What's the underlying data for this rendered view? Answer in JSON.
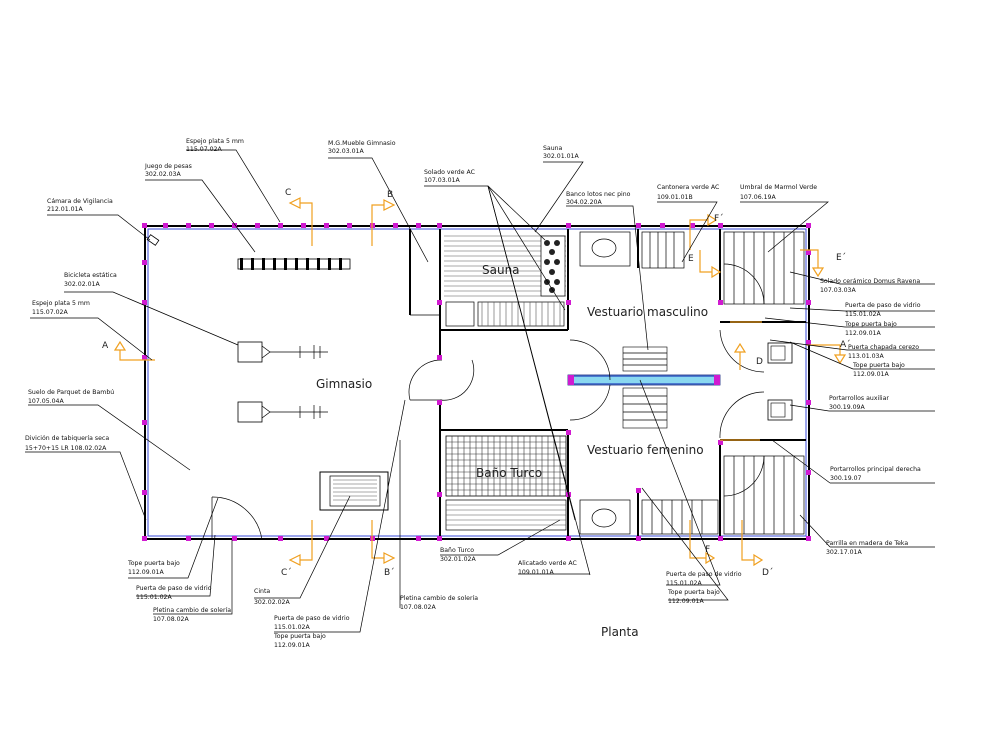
{
  "title": "Planta",
  "rooms": {
    "gym": "Gimnasio",
    "sauna": "Sauna",
    "male": "Vestuario masculino",
    "female": "Vestuario femenino",
    "turkish": "Baño Turco"
  },
  "sections": {
    "a": "A",
    "a2": "A´",
    "b": "B",
    "b2": "B´",
    "c": "C",
    "c2": "C´",
    "d": "D",
    "d2": "D´",
    "e": "E",
    "e2": "E´",
    "f": "F",
    "f2": "F´"
  },
  "labels": {
    "espejo_top": [
      "Espejo plata 5 mm",
      "115.07.02A"
    ],
    "mueble": [
      "M.G.Mueble Gimnasio",
      "302.03.01A"
    ],
    "juego_pesas": [
      "Juego de pesas",
      "302.02.03A"
    ],
    "camara": [
      "Cámara de Vigilancia",
      "212.01.01A"
    ],
    "solado_verde": [
      "Solado verde AC",
      "107.03.01A"
    ],
    "sauna_ref": [
      "Sauna",
      "302.01.01A"
    ],
    "banco": [
      "Banco lotos nec pino",
      "304.02.20A"
    ],
    "cantonera": [
      "Cantonera verde AC",
      "109.01.01B"
    ],
    "umbral": [
      "Umbral de Marmol Verde",
      "107.06.19A"
    ],
    "solado_ceramico": [
      "Solado cerámico Domus Ravena",
      "107.03.03A"
    ],
    "bicicleta": [
      "Bicicleta estática",
      "302.02.01A"
    ],
    "espejo_left": [
      "Espejo plata 5 mm",
      "115.07.02A"
    ],
    "puerta_vidrio_r1": [
      "Puerta de paso de vidrio",
      "115.01.02A"
    ],
    "tope_r1": [
      "Tope puerta bajo",
      "112.09.01A"
    ],
    "puerta_chapada": [
      "Puerta chapada cerezo",
      "113.01.03A"
    ],
    "tope_r2": [
      "Tope puerta bajo",
      "112.09.01A"
    ],
    "suelo_parquet": [
      "Suelo de Parquet de Bambú",
      "107.05.04A"
    ],
    "portarrollos_aux": [
      "Portarrollos auxiliar",
      "300.19.09A"
    ],
    "division": [
      "Divición de tabiquería seca",
      "15+70+15 LR 108.02.02A"
    ],
    "portarrollos_ppal": [
      "Portarrollos principal derecha",
      "300.19.07"
    ],
    "parrilla": [
      "Parrilla en madera de Teka",
      "302.17.01A"
    ],
    "tope_bl": [
      "Tope puerta bajo",
      "112.09.01A"
    ],
    "bano_turco_ref": [
      "Baño Turco",
      "302.01.02A"
    ],
    "alicatado": [
      "Alicatado verde AC",
      "109.01.01A"
    ],
    "puerta_vidrio_b": [
      "Puerta de paso de vidrio",
      "115.01.02A"
    ],
    "tope_b": [
      "Tope puerta bajo",
      "112.09.01A"
    ],
    "puerta_vidrio_l": [
      "Puerta de paso de vidrio",
      "115.01.02A"
    ],
    "cinta": [
      "Cinta",
      "302.02.02A"
    ],
    "pletina_l": [
      "Pletina cambio de solería",
      "107.08.02A"
    ],
    "pletina_m": [
      "Pletina cambio de solería",
      "107.08.02A"
    ],
    "puerta_vidrio_m": [
      "Puerta de paso de vidrio",
      "115.01.02A"
    ],
    "tope_m": [
      "Tope puerta bajo",
      "112.09.01A"
    ]
  }
}
